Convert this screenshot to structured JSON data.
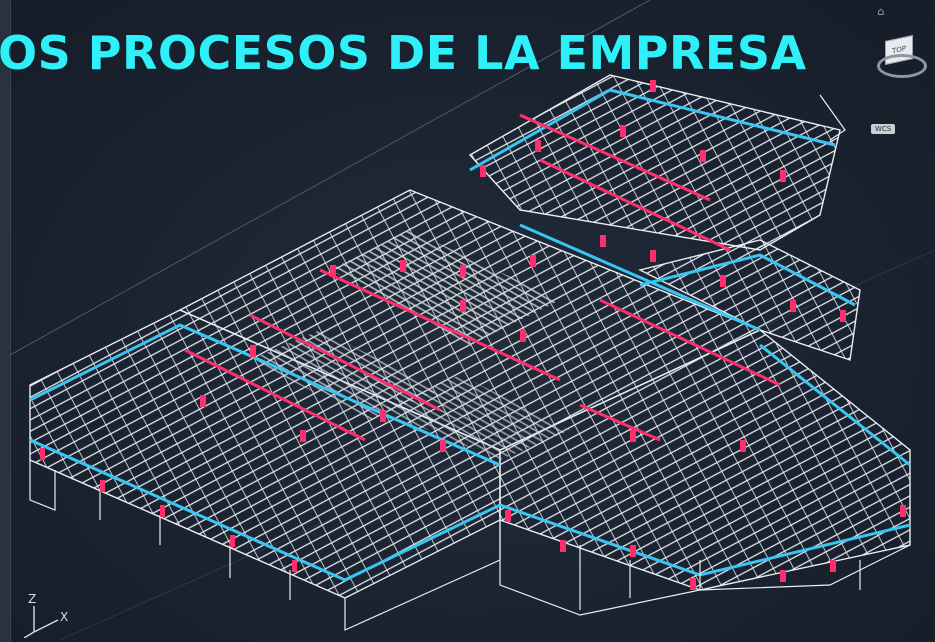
{
  "overlay": {
    "title": "OS PROCESOS DE LA EMPRESA"
  },
  "viewcube": {
    "top_label": "TOP",
    "wcs_label": "WCS"
  },
  "ucs": {
    "z_label": "Z",
    "x_label": "X"
  },
  "icons": {
    "home": "home-icon",
    "viewcube": "viewcube-icon",
    "ucs": "ucs-icon"
  },
  "colors": {
    "background": "#1b2330",
    "wireframe_white": "#e9eef3",
    "wireframe_cyan": "#38c6f2",
    "wireframe_magenta": "#ff2f6d",
    "title_cyan": "#2ff0f8"
  }
}
